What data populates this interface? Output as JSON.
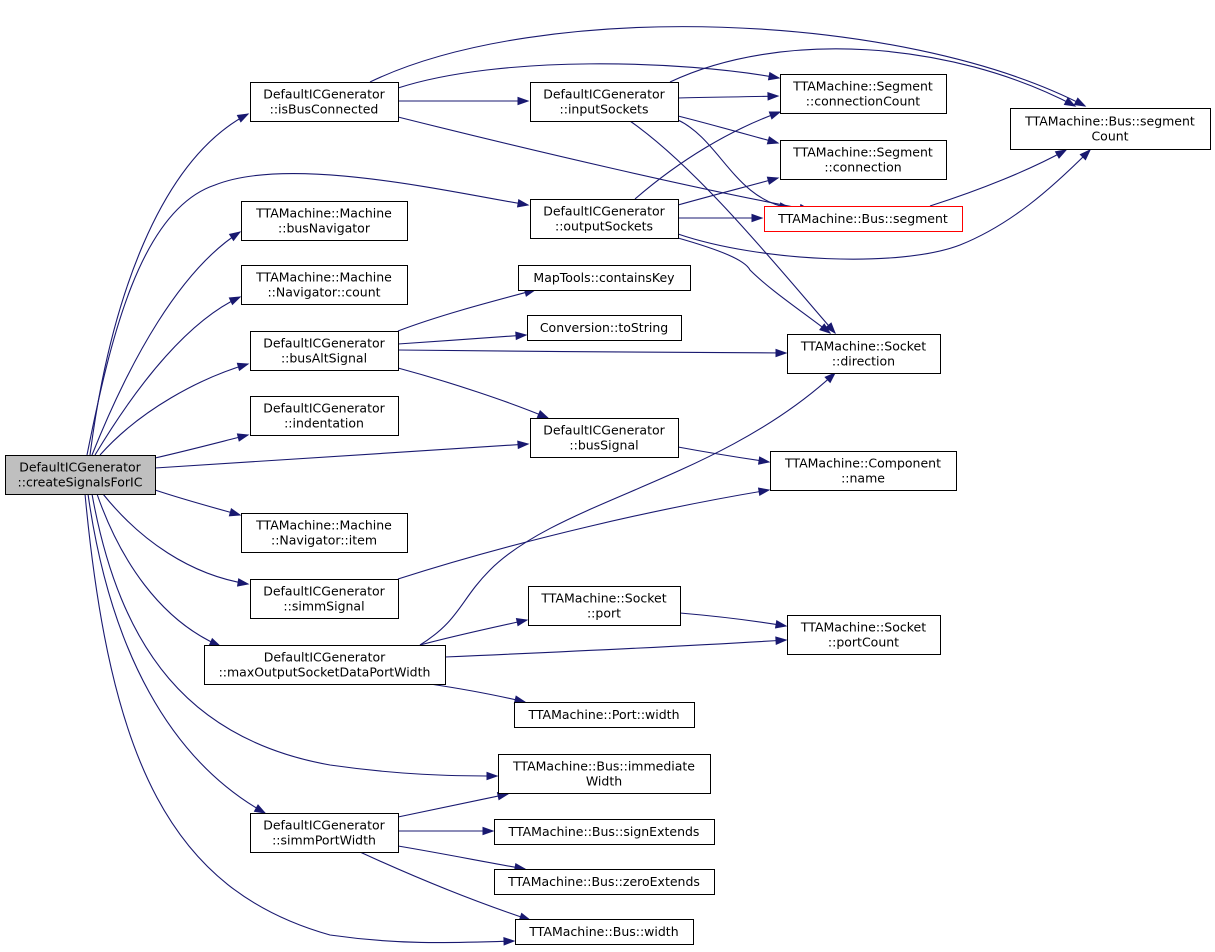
{
  "graph": {
    "nodes": [
      {
        "id": "createSignalsForIC",
        "lines": [
          "DefaultICGenerator",
          "::createSignalsForIC"
        ],
        "root": true
      },
      {
        "id": "isBusConnected",
        "lines": [
          "DefaultICGenerator",
          "::isBusConnected"
        ]
      },
      {
        "id": "inputSockets",
        "lines": [
          "DefaultICGenerator",
          "::inputSockets"
        ]
      },
      {
        "id": "outputSockets",
        "lines": [
          "DefaultICGenerator",
          "::outputSockets"
        ]
      },
      {
        "id": "busNavigator",
        "lines": [
          "TTAMachine::Machine",
          "::busNavigator"
        ]
      },
      {
        "id": "navCount",
        "lines": [
          "TTAMachine::Machine",
          "::Navigator::count"
        ]
      },
      {
        "id": "busAltSignal",
        "lines": [
          "DefaultICGenerator",
          "::busAltSignal"
        ]
      },
      {
        "id": "indentation",
        "lines": [
          "DefaultICGenerator",
          "::indentation"
        ]
      },
      {
        "id": "busSignal",
        "lines": [
          "DefaultICGenerator",
          "::busSignal"
        ]
      },
      {
        "id": "navItem",
        "lines": [
          "TTAMachine::Machine",
          "::Navigator::item"
        ]
      },
      {
        "id": "simmSignal",
        "lines": [
          "DefaultICGenerator",
          "::simmSignal"
        ]
      },
      {
        "id": "maxOutput",
        "lines": [
          "DefaultICGenerator",
          "::maxOutputSocketDataPortWidth"
        ]
      },
      {
        "id": "simmPortWidth",
        "lines": [
          "DefaultICGenerator",
          "::simmPortWidth"
        ]
      },
      {
        "id": "segConnCount",
        "lines": [
          "TTAMachine::Segment",
          "::connectionCount"
        ]
      },
      {
        "id": "segConn",
        "lines": [
          "TTAMachine::Segment",
          "::connection"
        ]
      },
      {
        "id": "busSegment",
        "lines": [
          "TTAMachine::Bus::segment"
        ],
        "truncated": true
      },
      {
        "id": "busSegCount",
        "lines": [
          "TTAMachine::Bus::segment",
          "Count"
        ]
      },
      {
        "id": "containsKey",
        "lines": [
          "MapTools::containsKey"
        ]
      },
      {
        "id": "toString",
        "lines": [
          "Conversion::toString"
        ]
      },
      {
        "id": "sockDirection",
        "lines": [
          "TTAMachine::Socket",
          "::direction"
        ]
      },
      {
        "id": "compName",
        "lines": [
          "TTAMachine::Component",
          "::name"
        ]
      },
      {
        "id": "sockPort",
        "lines": [
          "TTAMachine::Socket",
          "::port"
        ]
      },
      {
        "id": "sockPortCount",
        "lines": [
          "TTAMachine::Socket",
          "::portCount"
        ]
      },
      {
        "id": "portWidth",
        "lines": [
          "TTAMachine::Port::width"
        ]
      },
      {
        "id": "immWidth",
        "lines": [
          "TTAMachine::Bus::immediate",
          "Width"
        ]
      },
      {
        "id": "signExt",
        "lines": [
          "TTAMachine::Bus::signExtends"
        ]
      },
      {
        "id": "zeroExt",
        "lines": [
          "TTAMachine::Bus::zeroExtends"
        ]
      },
      {
        "id": "busWidth",
        "lines": [
          "TTAMachine::Bus::width"
        ]
      }
    ],
    "edges": [
      {
        "from": "createSignalsForIC",
        "to": "isBusConnected"
      },
      {
        "from": "createSignalsForIC",
        "to": "outputSockets"
      },
      {
        "from": "createSignalsForIC",
        "to": "busNavigator"
      },
      {
        "from": "createSignalsForIC",
        "to": "navCount"
      },
      {
        "from": "createSignalsForIC",
        "to": "busAltSignal"
      },
      {
        "from": "createSignalsForIC",
        "to": "indentation"
      },
      {
        "from": "createSignalsForIC",
        "to": "busSignal"
      },
      {
        "from": "createSignalsForIC",
        "to": "navItem"
      },
      {
        "from": "createSignalsForIC",
        "to": "simmSignal"
      },
      {
        "from": "createSignalsForIC",
        "to": "maxOutput"
      },
      {
        "from": "createSignalsForIC",
        "to": "immWidth"
      },
      {
        "from": "createSignalsForIC",
        "to": "simmPortWidth"
      },
      {
        "from": "createSignalsForIC",
        "to": "busWidth"
      },
      {
        "from": "isBusConnected",
        "to": "inputSockets"
      },
      {
        "from": "isBusConnected",
        "to": "segConnCount"
      },
      {
        "from": "isBusConnected",
        "to": "busSegment"
      },
      {
        "from": "isBusConnected",
        "to": "busSegCount"
      },
      {
        "from": "inputSockets",
        "to": "segConnCount"
      },
      {
        "from": "inputSockets",
        "to": "segConn"
      },
      {
        "from": "inputSockets",
        "to": "busSegment"
      },
      {
        "from": "inputSockets",
        "to": "busSegCount"
      },
      {
        "from": "inputSockets",
        "to": "sockDirection"
      },
      {
        "from": "outputSockets",
        "to": "segConnCount"
      },
      {
        "from": "outputSockets",
        "to": "segConn"
      },
      {
        "from": "outputSockets",
        "to": "busSegment"
      },
      {
        "from": "outputSockets",
        "to": "busSegCount"
      },
      {
        "from": "outputSockets",
        "to": "sockDirection"
      },
      {
        "from": "busSegment",
        "to": "busSegCount"
      },
      {
        "from": "busAltSignal",
        "to": "containsKey"
      },
      {
        "from": "busAltSignal",
        "to": "toString"
      },
      {
        "from": "busAltSignal",
        "to": "sockDirection"
      },
      {
        "from": "busAltSignal",
        "to": "busSignal"
      },
      {
        "from": "busSignal",
        "to": "compName"
      },
      {
        "from": "simmSignal",
        "to": "compName"
      },
      {
        "from": "maxOutput",
        "to": "sockDirection"
      },
      {
        "from": "maxOutput",
        "to": "sockPort"
      },
      {
        "from": "maxOutput",
        "to": "sockPortCount"
      },
      {
        "from": "maxOutput",
        "to": "portWidth"
      },
      {
        "from": "sockPort",
        "to": "sockPortCount"
      },
      {
        "from": "simmPortWidth",
        "to": "immWidth"
      },
      {
        "from": "simmPortWidth",
        "to": "signExt"
      },
      {
        "from": "simmPortWidth",
        "to": "zeroExt"
      },
      {
        "from": "simmPortWidth",
        "to": "busWidth"
      }
    ]
  }
}
